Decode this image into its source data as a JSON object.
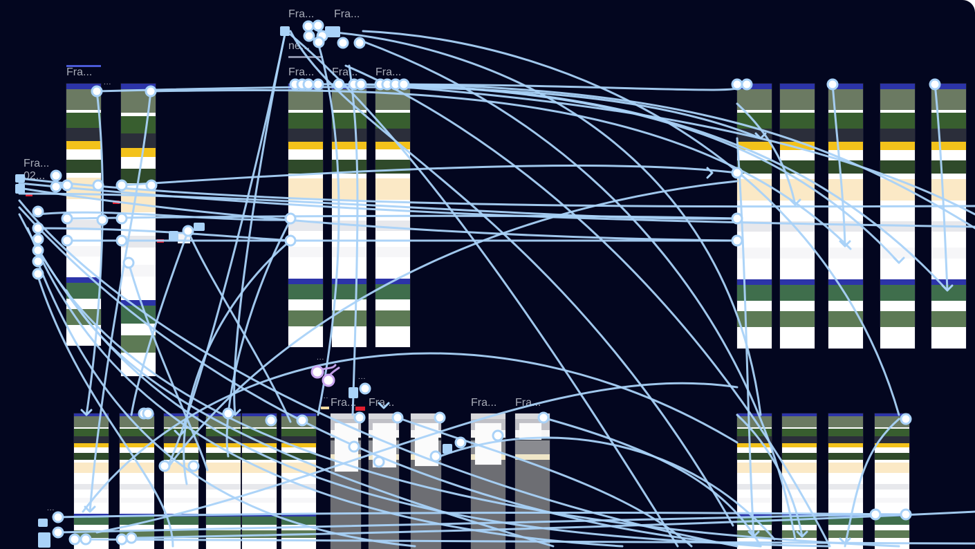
{
  "labels": {
    "fra": "Fra...",
    "ne": "ne...",
    "zero_two": "02...",
    "dots": "..."
  },
  "colors": {
    "canvas_bg": "#03061f",
    "connector": "#a9d2f8",
    "connector_selected": "#c9a6f0",
    "frame_header": "#2c34a8",
    "frame_promo": "#f3c21b",
    "badge_red": "#e11d2e"
  },
  "icons": [
    "connector-node",
    "connector-arrowhead",
    "frame-overflow-dots-icon"
  ]
}
